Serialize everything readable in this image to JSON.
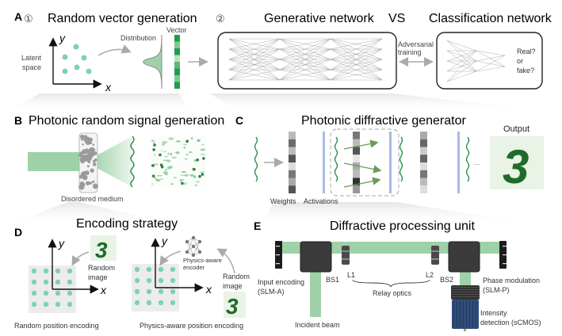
{
  "panels": {
    "A": {
      "letter": "A",
      "step1": "①",
      "title1": "Random vector generation",
      "latent_label_1": "Latent",
      "latent_label_2": "space",
      "axis_x": "x",
      "axis_y": "y",
      "distribution_label": "Distribution",
      "vector_label": "Vector",
      "step2": "②",
      "title_generative": "Generative network",
      "vs": "VS",
      "title_classification": "Classification network",
      "adversarial_1": "Adversarial",
      "adversarial_2": "training",
      "real_1": "Real?",
      "real_2": "or",
      "real_3": "fake?"
    },
    "B": {
      "letter": "B",
      "title": "Photonic random signal generation",
      "medium_label": "Disordered medium"
    },
    "C": {
      "letter": "C",
      "title": "Photonic diffractive generator",
      "weights_label": "Weights",
      "activations_label": "Activations",
      "ellipsis": "...",
      "output_label": "Output",
      "output_digit": "3"
    },
    "D": {
      "letter": "D",
      "title": "Encoding strategy",
      "axis_x": "x",
      "axis_y": "y",
      "random_image_1": "Random",
      "random_image_2": "image",
      "encoder_1": "Physics-aware",
      "encoder_2": "encoder",
      "digit": "3",
      "caption_left": "Random position encoding",
      "caption_right": "Physics-aware position encoding"
    },
    "E": {
      "letter": "E",
      "title": "Diffractive processing unit",
      "input_1": "Input encoding",
      "input_2": "(SLM-A)",
      "bs1": "BS1",
      "l1": "L1",
      "l2": "L2",
      "bs2": "BS2",
      "relay": "Relay optics",
      "incident": "Incident beam",
      "phase_1": "Phase modulation",
      "phase_2": "(SLM-P)",
      "intensity_1": "Intensity",
      "intensity_2": "detection (sCMOS)"
    }
  },
  "colors": {
    "generator_node": "#2f5fae",
    "classifier_node": "#e0679a",
    "latent_dot": "#7fd0b8",
    "beam": "#9fd1a8",
    "wave": "#1f8a3a",
    "activation_bar": "#a9b9e3",
    "digit": "#1e6b2b"
  }
}
